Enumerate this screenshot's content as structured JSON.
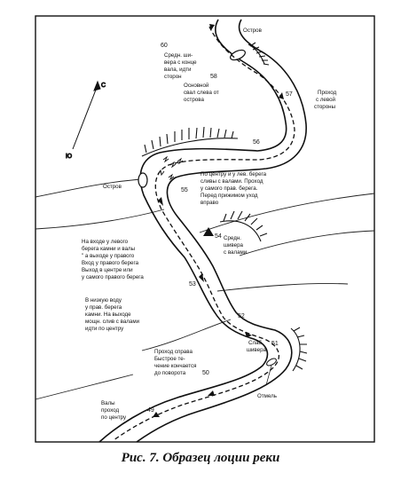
{
  "caption": "Рис. 7. Образец лоции реки",
  "compass": {
    "north_label": "С",
    "south_label": "Ю"
  },
  "km_marks": [
    "60",
    "58",
    "57",
    "56",
    "55",
    "54",
    "53",
    "52",
    "51",
    "50",
    "49"
  ],
  "places": {
    "island_top": "Остров",
    "island_left": "Остров",
    "passage_left": [
      "Проход",
      "с левой",
      "стороны"
    ],
    "marker": "Отмель"
  },
  "notes": {
    "n1": [
      "Средн. ши-",
      "вера с конце",
      "вала, идти",
      "сторон"
    ],
    "n2": [
      "Основной",
      "свал слева от",
      "острова"
    ],
    "n3": [
      "По центру и у   лев. берега",
      "сливы с валами. Проход",
      "у самого прав. берега.",
      "Перед прижимом уход",
      "вправо"
    ],
    "n4": [
      "Средн.",
      "шивера",
      "с валами"
    ],
    "n5": [
      "На входе у левого",
      "берега камни и валы",
      "\" а выходе у правого",
      "Вход у правого берега",
      "Выход в центре или",
      "у самого правого берега"
    ],
    "n6": [
      "В низкую воду",
      "у прав. берега",
      "камни. На выходе",
      "мощн. слив с валами",
      "идти по центру"
    ],
    "n7": [
      "Слаб.",
      "шивера"
    ],
    "n8": [
      "Проход справа",
      "Быстрое те-",
      "чение кончается",
      "до поворота"
    ],
    "n9": [
      "Валы",
      "проход",
      "по центру"
    ]
  }
}
